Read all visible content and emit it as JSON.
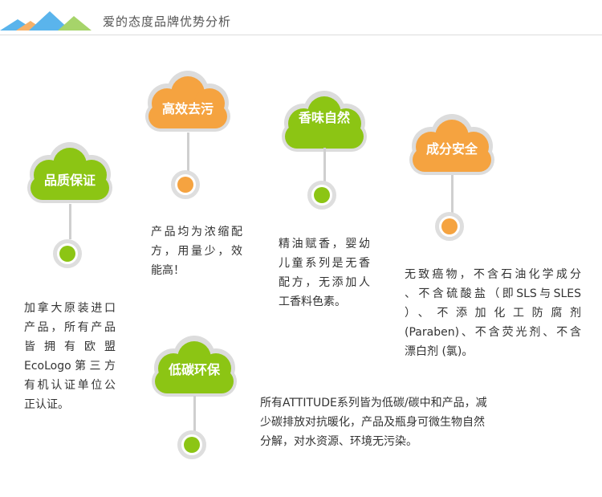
{
  "header": {
    "title": "爱的态度品牌优势分析"
  },
  "colors": {
    "orange": "#f5a340",
    "green": "#8cc514",
    "mountain_blue": "#5ab4ec",
    "mountain_orange": "#f6b16a",
    "mountain_green": "#a6d46a"
  },
  "items": [
    {
      "label": "品质保证",
      "color": "green",
      "lines": [
        "加拿大原装进口",
        "产品，所有产品",
        "皆拥有欧盟",
        "EcoLogo第三方",
        "有机认证单位公",
        "正认证。"
      ]
    },
    {
      "label": "高效去污",
      "color": "orange",
      "lines": [
        "产品均为浓缩配",
        "方，用量少，效",
        "能高！"
      ]
    },
    {
      "label": "香味自然",
      "color": "green",
      "lines": [
        "精油赋香，婴幼",
        "儿童系列是无香",
        "配方，无添加人",
        "工香料色素。"
      ]
    },
    {
      "label": "成分安全",
      "color": "orange",
      "lines": [
        "无致癌物，不含石油化学成分",
        "、不含硫酸盐（即SLS与SLES",
        "）、不添加化工防腐剂",
        "(Paraben)、不含荧光剂、不含",
        "漂白剂 (氯)。"
      ]
    },
    {
      "label": "低碳环保",
      "color": "green",
      "lines": [
        "所有ATTITUDE系列皆为低碳/碳中和产品，减",
        "少碳排放对抗暖化，产品及瓶身可微生物自然",
        "分解，对水资源、环境无污染。"
      ]
    }
  ]
}
